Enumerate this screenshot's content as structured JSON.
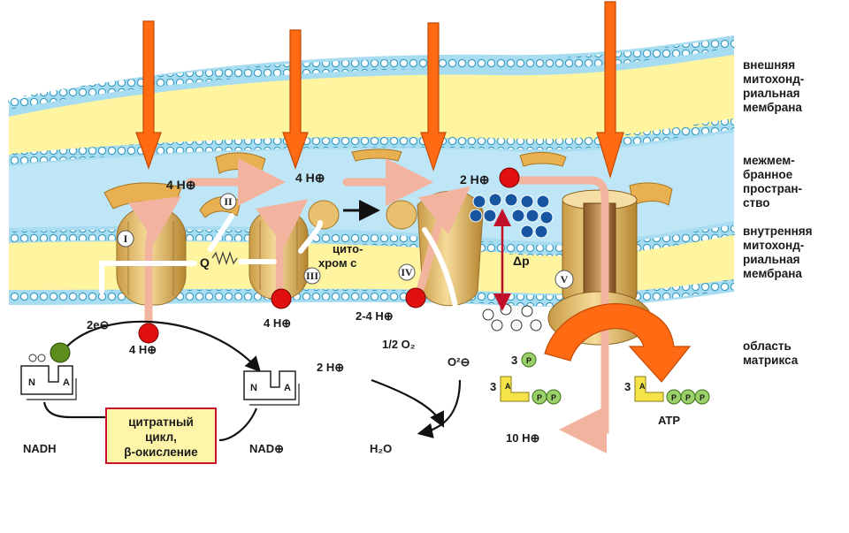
{
  "side_labels": {
    "outer_membrane": [
      "внешняя",
      "митохонд-",
      "риальная",
      "мембрана"
    ],
    "intermembrane_space": [
      "межмем-",
      "бранное",
      "простран-",
      "ство"
    ],
    "inner_membrane": [
      "внутренняя",
      "митохонд-",
      "риальная",
      "мембрана"
    ],
    "matrix": [
      "область",
      "матрикса"
    ]
  },
  "complexes": [
    "I",
    "II",
    "III",
    "IV",
    "V"
  ],
  "proton_labels": {
    "c1_out": "4 H⊕",
    "c3_out": "4 H⊕",
    "c4_out": "2 H⊕",
    "c1_in": "4 H⊕",
    "c3_in": "4 H⊕",
    "c4_in": "2-4 H⊕",
    "matrix_mid": "2 H⊕",
    "atp_out": "10 H⊕"
  },
  "electrons": "2e⊖",
  "ubiquinone": "Q",
  "cytochrome": [
    "цито-",
    "хром с"
  ],
  "oxygen": "1/2 O₂",
  "oxide": "O²⊖",
  "water": "H₂O",
  "delta_p": "Δp",
  "nadh": "NADH",
  "nad": "NAD⊕",
  "cycle_box": [
    "цитратный",
    "цикл,",
    "β-окисление"
  ],
  "atp_synthesis": {
    "phosphate": "3",
    "adp": "3",
    "atp_count": "3",
    "atp_label": "ATP",
    "p_letter": "P",
    "a_letter": "A"
  },
  "nad_letters": [
    "N",
    "A"
  ],
  "colors": {
    "orange_arrow": "#ff6a13",
    "membrane_blue": "#a8dcf0",
    "membrane_yellow": "#fff4a0",
    "protein_tan": "#f0d28a",
    "proton_flow": "#f2b49e",
    "red_dot": "#e01010",
    "green_dot": "#5c8c1c",
    "cycle_box_border": "#c8102e"
  }
}
